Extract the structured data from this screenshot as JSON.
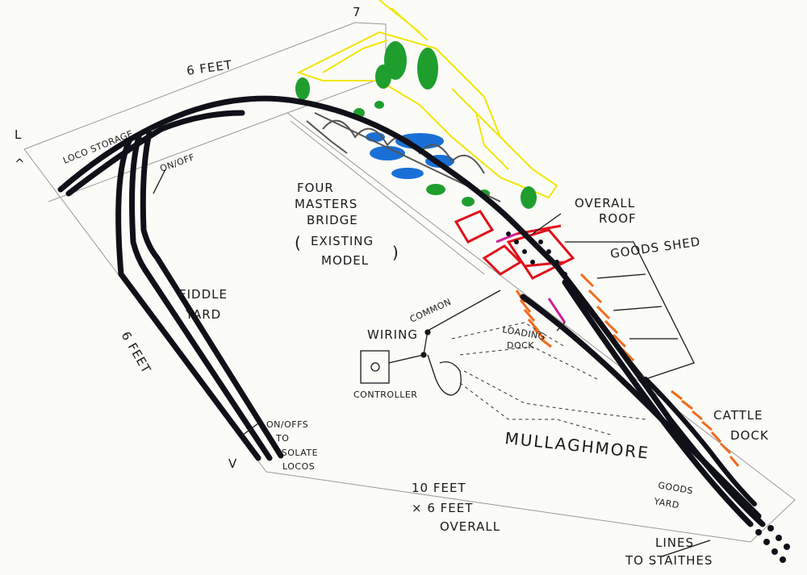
{
  "labels": {
    "six_feet_top": "6 FEET",
    "loco_storage": "LOCO STORAGE",
    "on_off": "ON/OFF",
    "four_masters_bridge_1": "FOUR",
    "four_masters_bridge_2": "MASTERS",
    "four_masters_bridge_3": "BRIDGE",
    "existing_model_1": "EXISTING",
    "existing_model_2": "MODEL",
    "overall_roof_1": "OVERALL",
    "overall_roof_2": "ROOF",
    "goods_shed": "GOODS SHED",
    "fiddle_1": "FIDDLE",
    "fiddle_2": "YARD",
    "six_feet_left": "6 FEET",
    "wiring": "WIRING",
    "common": "COMMON",
    "controller": "CONTROLLER",
    "loading_dock_1": "LOADING",
    "loading_dock_2": "DOCK",
    "cattle_1": "CATTLE",
    "cattle_2": "DOCK",
    "mullaghmore": "MULLAGHMORE",
    "isolate_1": "ON/OFFS",
    "isolate_2": "TO",
    "isolate_3": "ISOLATE",
    "isolate_4": "LOCOS",
    "goods_yard_1": "GOODS",
    "goods_yard_2": "YARD",
    "dims_1": "10 FEET",
    "dims_2": "× 6 FEET",
    "dims_3": "OVERALL",
    "lines_1": "LINES",
    "lines_2": "TO STAITHES",
    "corner_7": "7",
    "corner_L": "L",
    "corner_A": "^",
    "corner_V": "V"
  },
  "colors": {
    "track": "#101018",
    "scenery_green": "#1f9e2e",
    "water_blue": "#1a6fd6",
    "hills_yellow": "#f2e600",
    "buildings_red": "#e0101a",
    "docks_orange": "#f26b1a",
    "magenta": "#d0209a"
  }
}
